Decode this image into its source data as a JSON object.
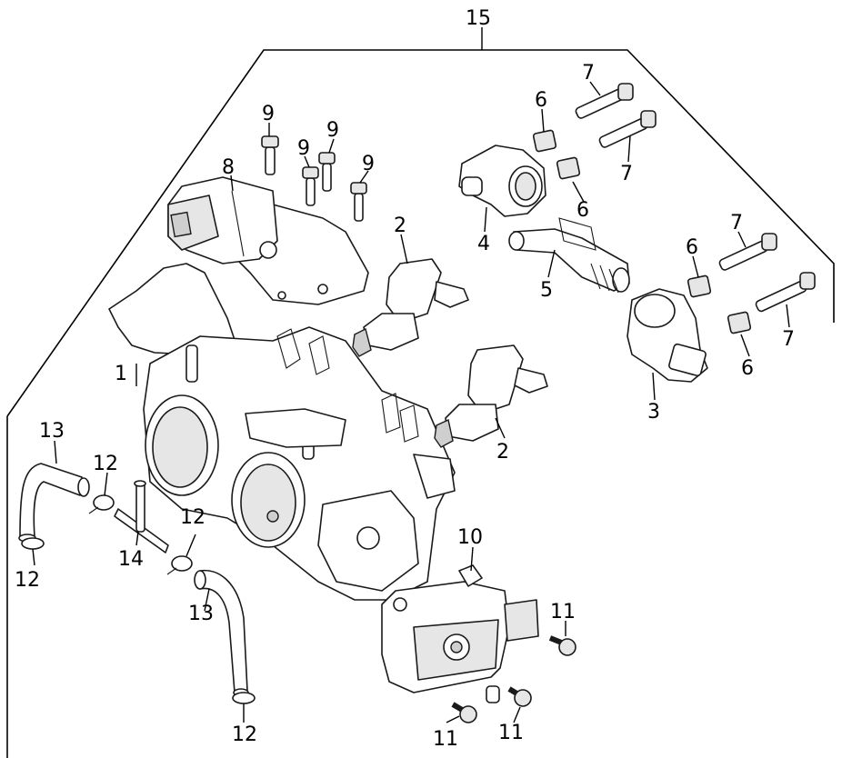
{
  "callouts": {
    "c1": "1",
    "c2a": "2",
    "c2b": "2",
    "c3": "3",
    "c4": "4",
    "c5": "5",
    "c6a": "6",
    "c6b": "6",
    "c6c": "6",
    "c6d": "6",
    "c7a": "7",
    "c7b": "7",
    "c7c": "7",
    "c7d": "7",
    "c8": "8",
    "c9a": "9",
    "c9b": "9",
    "c9c": "9",
    "c9d": "9",
    "c10": "10",
    "c11a": "11",
    "c11b": "11",
    "c11c": "11",
    "c12a": "12",
    "c12b": "12",
    "c12c": "12",
    "c12d": "12",
    "c13a": "13",
    "c13b": "13",
    "c14": "14",
    "c15": "15"
  }
}
